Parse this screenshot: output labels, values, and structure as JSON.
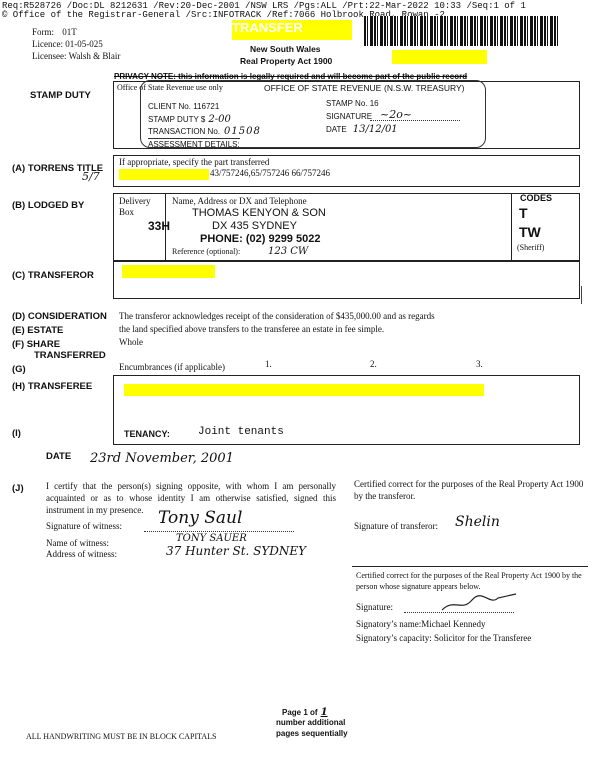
{
  "header": {
    "line1": "Req:R528726 /Doc:DL 8212631 /Rev:20-Dec-2001 /NSW LRS /Pgs:ALL /Prt:22-Mar-2022 10:33 /Seq:1 of 1",
    "line2": "© Office of the Registrar-General /Src:INFOTRACK /Ref:7066 Holbrook Road, Rowan -2"
  },
  "form": {
    "form_label": "Form:",
    "form_value": "01T",
    "licence_label": "Licence:",
    "licence_value": "01-05-025",
    "licensee_label": "Licensee:",
    "licensee_value": "Walsh & Blair",
    "title": "TRANSFER",
    "state": "New South Wales",
    "act": "Real Property Act 1900"
  },
  "privacy": "PRIVACY NOTE: this information is legally required and will become part of the public record",
  "stamp_duty": {
    "label": "STAMP DUTY",
    "office": "Office of State Revenue use only",
    "revenue": "OFFICE OF STATE REVENUE",
    "treasury": "(N.S.W. TREASURY)",
    "client_no": "CLIENT No. 116721",
    "stamp_no": "STAMP No. 16",
    "stamp_duty_label": "STAMP DUTY $",
    "stamp_duty_value": "2-00",
    "signature_label": "SIGNATURE",
    "transaction_label": "TRANSACTION No.",
    "transaction_value": "01508",
    "date_label": "DATE",
    "date_value": "13/12/01",
    "assessment": "ASSESSMENT DETAILS:"
  },
  "torrens": {
    "label": "(A) TORRENS TITLE",
    "note": "If appropriate, specify the part transferred",
    "folios": "43/757246,65/757246 66/757246",
    "hand_mark": "5/7"
  },
  "lodged": {
    "label": "(B) LODGED BY",
    "delivery": "Delivery",
    "box": "Box",
    "box_no": "33H",
    "heading": "Name, Address or DX and Telephone",
    "name": "THOMAS KENYON & SON",
    "dx": "DX 435 SYDNEY",
    "phone": "PHONE: (02) 9299 5022",
    "reference_label": "Reference (optional):",
    "reference_value": "123 CW",
    "codes_label": "CODES",
    "code1": "T",
    "code2": "TW",
    "code3": "(Sheriff)"
  },
  "transferor": {
    "label": "(C) TRANSFEROR"
  },
  "consideration": {
    "label_d": "(D) CONSIDERATION",
    "text_d": "The transferor acknowledges receipt of the consideration of $435,000.00 and as regards",
    "label_e": "(E) ESTATE",
    "text_e": "the land specified above transfers to the transferee an estate in fee simple.",
    "label_f1": "(F) SHARE",
    "label_f2": "TRANSFERRED",
    "text_f": "Whole",
    "label_g": "(G)",
    "text_g": "Encumbrances (if applicable)",
    "n1": "1.",
    "n2": "2.",
    "n3": "3."
  },
  "transferee": {
    "label": "(H) TRANSFEREE",
    "label_i": "(I)",
    "tenancy_label": "TENANCY:",
    "tenancy_value": "Joint tenants"
  },
  "date": {
    "label": "DATE",
    "value": "23rd November, 2001"
  },
  "certify": {
    "label": "(J)",
    "text": "I certify that the person(s) signing opposite, with whom I am personally acquainted or as to whose identity I am otherwise satisfied, signed this instrument in my presence.",
    "sig_witness_label": "Signature of witness:",
    "sig_witness_value": "Tony Saul",
    "name_witness_label": "Name of witness:",
    "name_witness_value": "TONY SAUER",
    "addr_witness_label": "Address of witness:",
    "addr_witness_value": "37 Hunter St. SYDNEY",
    "certified_1": "Certified correct for the purposes of the Real Property Act 1900 by the transferor.",
    "sig_transferor_label": "Signature of transferor:",
    "sig_transferor_value": "Shelin",
    "certified_2": "Certified correct for the purposes of the Real Property Act 1900 by the person whose signature appears below.",
    "signature_label": "Signature:",
    "signatory_name": "Signatory’s name:Michael Kennedy",
    "signatory_capacity": "Signatory’s capacity: Solicitor for the Transferee"
  },
  "footer": {
    "page_label": "Page 1 of",
    "page_value": "1",
    "additional": "number additional",
    "sequential": "pages sequentially",
    "block": "ALL HANDWRITING MUST BE IN BLOCK CAPITALS"
  }
}
